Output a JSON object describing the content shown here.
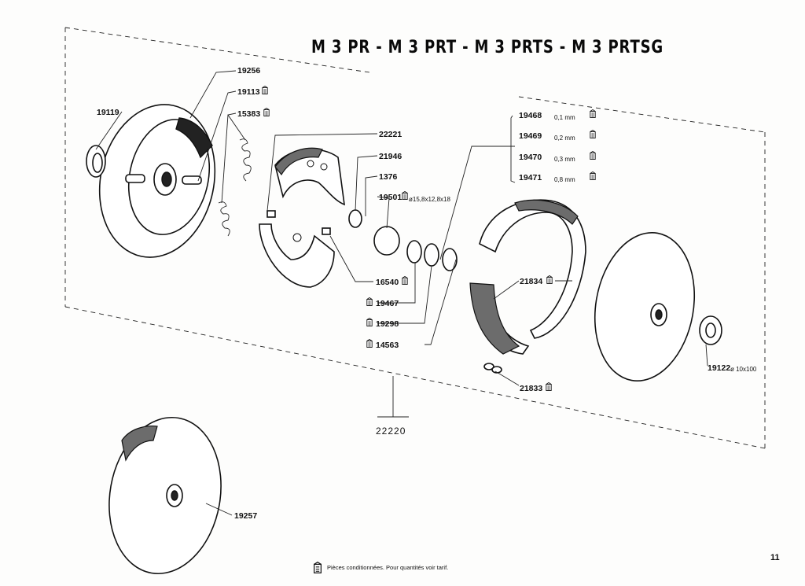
{
  "header": {
    "title": "M 3 PR  -  M 3 PRT  -  M 3 PRTS  -  M 3 PRTSG"
  },
  "parts": {
    "p19119": "19119",
    "p19256": "19256",
    "p19113": "19113",
    "p15383": "15383",
    "p22221": "22221",
    "p21946": "21946",
    "p1376": "1376",
    "p19501": "19501",
    "p19501_spec": "ø15,8x12,8x18",
    "p16540": "16540",
    "p19467": "19467",
    "p19298": "19298",
    "p14563": "14563",
    "p21834": "21834",
    "p21833": "21833",
    "p19122": "19122",
    "p19122_spec": "ø 10x100",
    "p19257": "19257",
    "assembly": "22220"
  },
  "shims": [
    {
      "code": "19468",
      "size": "0,1 mm"
    },
    {
      "code": "19469",
      "size": "0,2 mm"
    },
    {
      "code": "19470",
      "size": "0,3 mm"
    },
    {
      "code": "19471",
      "size": "0,8 mm"
    }
  ],
  "footer": {
    "note": "Pièces conditionnées. Pour quantités voir tarif.",
    "page_number": "11"
  },
  "icons": {
    "package": "package-icon"
  }
}
